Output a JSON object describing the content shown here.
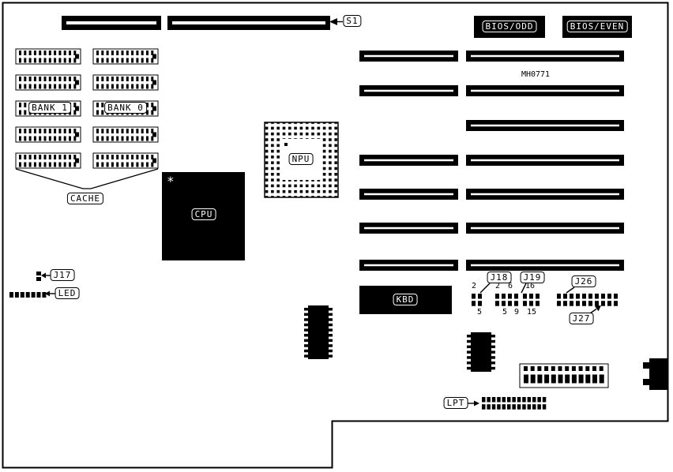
{
  "board": {
    "labels": {
      "s1": "S1",
      "bios_odd": "BIOS/ODD",
      "bios_even": "BIOS/EVEN",
      "board_id": "MH0771",
      "bank1": "BANK 1",
      "bank0": "BANK 0",
      "cache": "CACHE",
      "cpu": "CPU",
      "cpu_marker": "*",
      "npu": "NPU",
      "kbd": "KBD",
      "j17": "J17",
      "led": "LED",
      "j18": "J18",
      "j19": "J19",
      "j26": "J26",
      "j27": "J27",
      "lpt": "LPT"
    },
    "pin_numbers": {
      "j18_top": "2",
      "j18_bottom": "5",
      "mid_top_left": "2",
      "mid_top_right": "6",
      "mid_bottom_left": "5",
      "mid_bottom_right": "9",
      "j19_top": "16",
      "j19_bottom": "15"
    },
    "colors": {
      "ink": "#000000",
      "paper": "#ffffff"
    }
  }
}
